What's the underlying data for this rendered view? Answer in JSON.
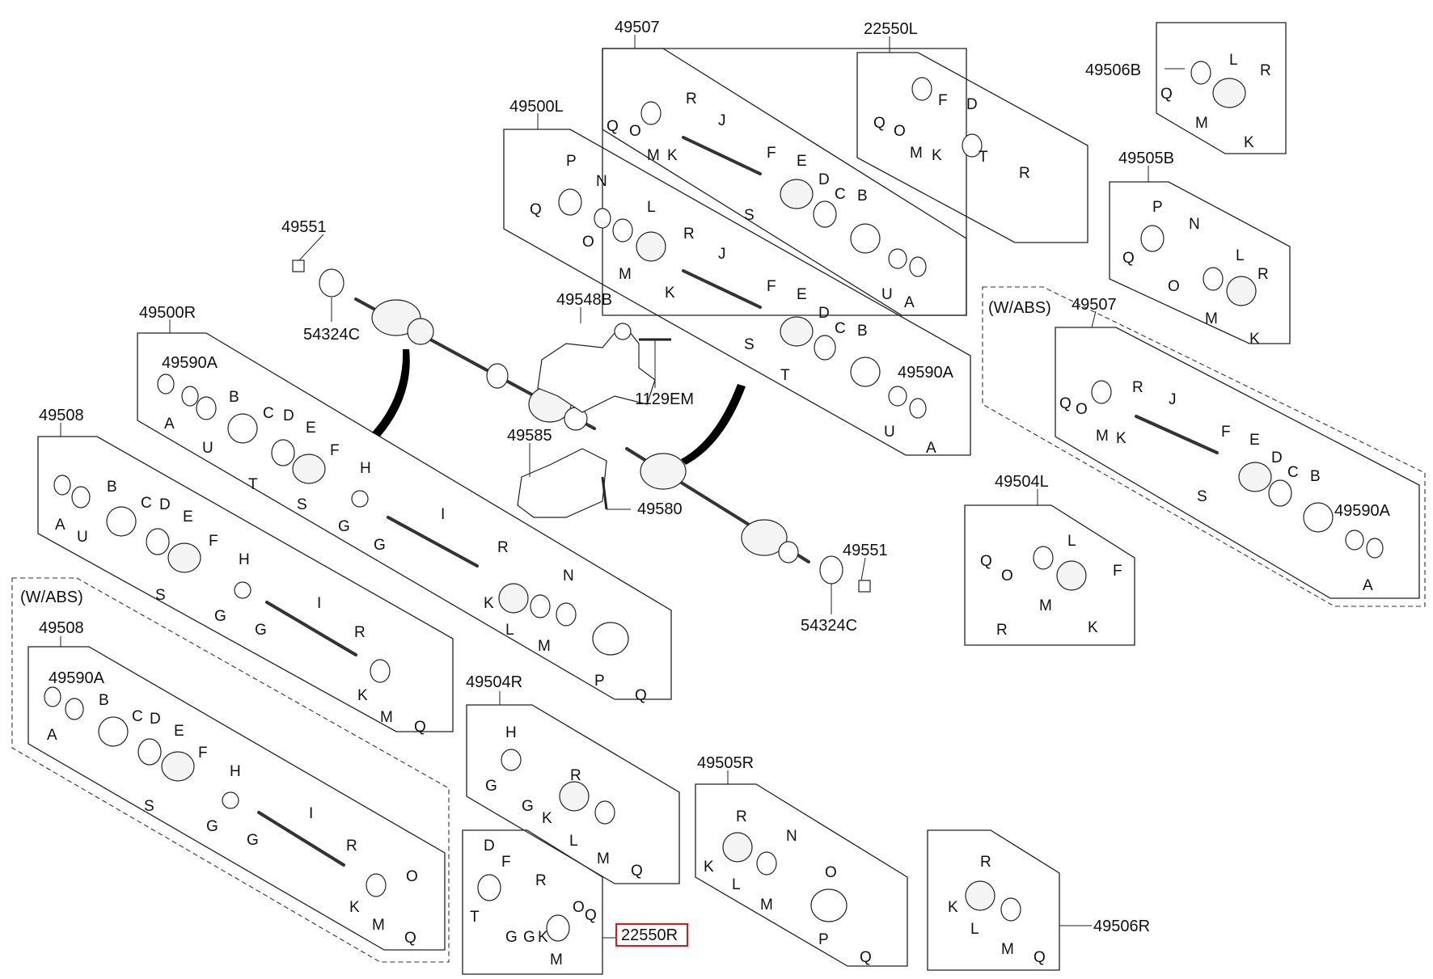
{
  "diagram": {
    "part_numbers": {
      "p49507_top": "49507",
      "p22550L": "22550L",
      "p49506B": "49506B",
      "p49500L": "49500L",
      "p49505B": "49505B",
      "p49551_top": "49551",
      "p54324C_top": "54324C",
      "p49548B": "49548B",
      "p1129EM": "1129EM",
      "p49500R": "49500R",
      "p49590A_a": "49590A",
      "p49590A_b": "49590A",
      "p49590A_c": "49590A",
      "p49590A_d": "49590A",
      "p49508_a": "49508",
      "p49508_b": "49508",
      "p49585": "49585",
      "p49580": "49580",
      "p49551_bottom": "49551",
      "p54324C_bottom": "54324C",
      "p49507_abs": "49507",
      "p49504L": "49504L",
      "p49504R": "49504R",
      "p49505R": "49505R",
      "p22550R": "22550R",
      "p49506R": "49506R"
    },
    "notes": {
      "w_abs_left": "(W/ABS)",
      "w_abs_right": "(W/ABS)"
    },
    "highlighted_part": "22550R"
  }
}
